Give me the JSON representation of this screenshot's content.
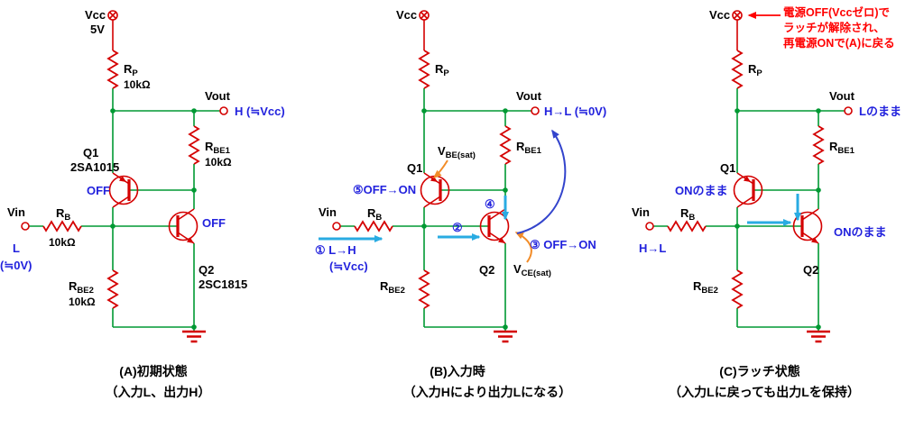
{
  "colors": {
    "wire_green": "#009933",
    "component_red": "#d40000",
    "state_blue": "#2222dd",
    "flow_cyan": "#29abe2",
    "voltage_drop_orange": "#f28c28",
    "output_arrow_blue": "#3344cc",
    "note_red": "#ff0000"
  },
  "panels": {
    "a": {
      "vcc": "Vcc",
      "vcc_value": "5V",
      "rp": {
        "name": "R",
        "sub": "P",
        "value": "10kΩ"
      },
      "vout": "Vout",
      "vout_state": "H (≒Vcc)",
      "q1": {
        "name": "Q1",
        "part": "2SA1015",
        "state": "OFF"
      },
      "rbe1": {
        "name": "R",
        "sub": "BE1",
        "value": "10kΩ"
      },
      "vin": "Vin",
      "vin_state": "L",
      "vin_state2": "(≒0V)",
      "rb": {
        "name": "R",
        "sub": "B",
        "value": "10kΩ"
      },
      "q2": {
        "name": "Q2",
        "part": "2SC1815",
        "state": "OFF"
      },
      "rbe2": {
        "name": "R",
        "sub": "BE2",
        "value": "10kΩ"
      },
      "caption": "(A)初期状態",
      "caption2": "（入力L、出力H）"
    },
    "b": {
      "vcc": "Vcc",
      "rp": {
        "name": "R",
        "sub": "P"
      },
      "vout": "Vout",
      "vout_state": "H→L (≒0V)",
      "q1": {
        "name": "Q1",
        "state": "⑤OFF→ON"
      },
      "vbe_sat": {
        "name": "V",
        "sub": "BE(sat)"
      },
      "rbe1": {
        "name": "R",
        "sub": "BE1"
      },
      "vin": "Vin",
      "vin_state": "① L→H",
      "vin_state2": "(≒Vcc)",
      "rb": {
        "name": "R",
        "sub": "B"
      },
      "step2": "②",
      "step4": "④",
      "q2": {
        "name": "Q2",
        "state": "③ OFF→ON"
      },
      "vce_sat": {
        "name": "V",
        "sub": "CE(sat)"
      },
      "rbe2": {
        "name": "R",
        "sub": "BE2"
      },
      "caption": "(B)入力時",
      "caption2": "（入力Hにより出力Lになる）"
    },
    "c": {
      "vcc": "Vcc",
      "note_line1": "電源OFF(Vccゼロ)で",
      "note_line2": "ラッチが解除され、",
      "note_line3": "再電源ONで(A)に戻る",
      "rp": {
        "name": "R",
        "sub": "P"
      },
      "vout": "Vout",
      "vout_state": "Lのまま",
      "q1": {
        "name": "Q1",
        "state": "ONのまま"
      },
      "rbe1": {
        "name": "R",
        "sub": "BE1"
      },
      "vin": "Vin",
      "vin_state": "H→L",
      "rb": {
        "name": "R",
        "sub": "B"
      },
      "q2": {
        "name": "Q2",
        "state": "ONのまま"
      },
      "rbe2": {
        "name": "R",
        "sub": "BE2"
      },
      "caption": "(C)ラッチ状態",
      "caption2": "（入力Lに戻っても出力Lを保持）"
    }
  }
}
